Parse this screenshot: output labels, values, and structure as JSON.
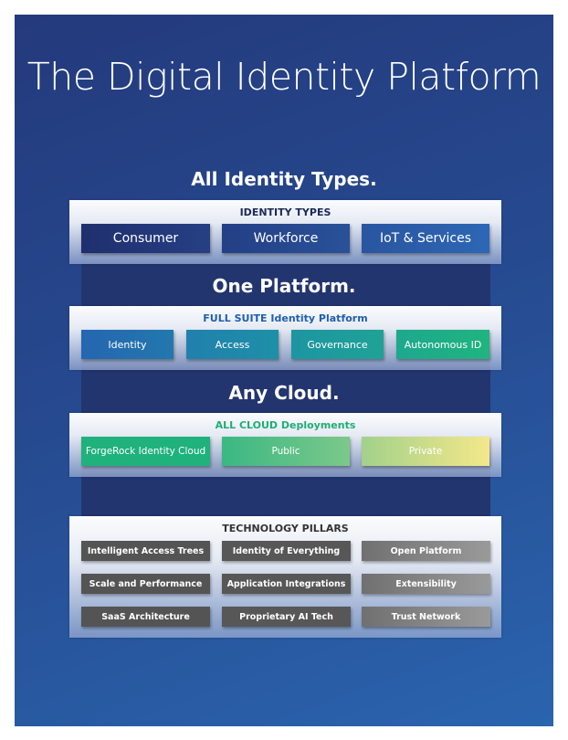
{
  "title": "The Digital Identity Platform",
  "headings": [
    "All Identity Types.",
    "One Platform.",
    "Any Cloud."
  ],
  "identity_types": {
    "title": "IDENTITY TYPES",
    "items": [
      "Consumer",
      "Workforce",
      "IoT & Services"
    ]
  },
  "full_suite": {
    "title": "FULL SUITE Identity Platform",
    "title_color": "#1f5fb0",
    "items": [
      "Identity",
      "Access",
      "Governance",
      "Autonomous ID"
    ]
  },
  "cloud": {
    "title": "ALL CLOUD Deployments",
    "title_color": "#1fae74",
    "items": [
      "ForgeRock Identity Cloud",
      "Public",
      "Private"
    ]
  },
  "pillars": {
    "title": "TECHNOLOGY PILLARS",
    "items": [
      "Intelligent Access Trees",
      "Identity of Everything",
      "Open Platform",
      "Scale and Performance",
      "Application Integrations",
      "Extensibility",
      "SaaS Architecture",
      "Proprietary AI Tech",
      "Trust Network"
    ]
  }
}
